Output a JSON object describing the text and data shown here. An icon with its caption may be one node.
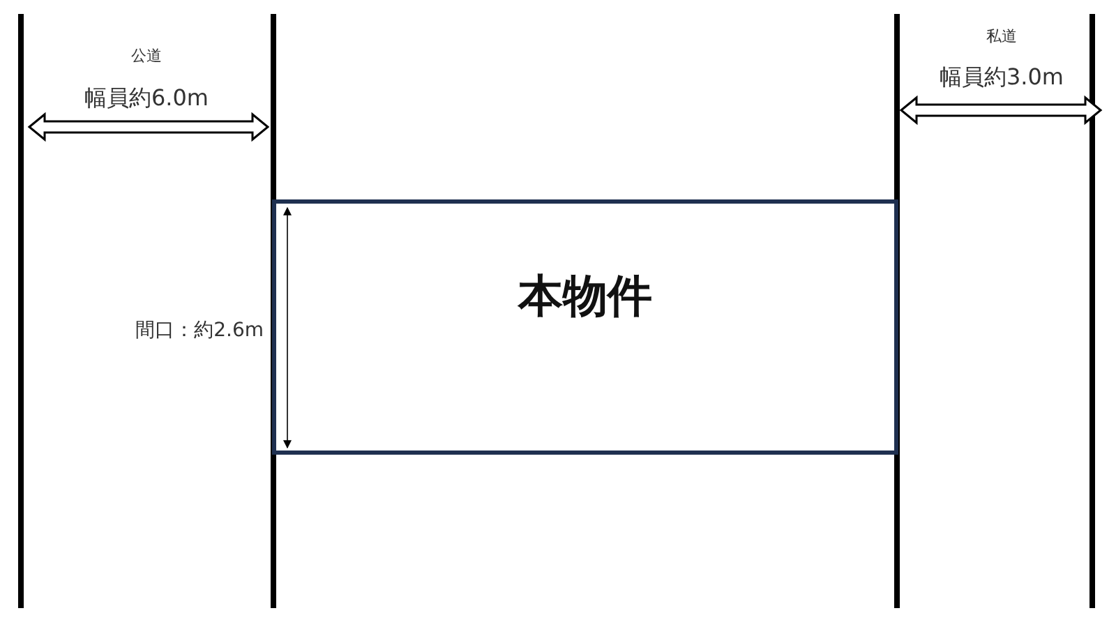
{
  "diagram": {
    "nodes": [
      {
        "text": [
          "本物件"
        ]
      }
    ],
    "labels": [
      "公道",
      "幅員約6.0m",
      "私道",
      "幅員約3.0m",
      "間口：約2.6m"
    ]
  }
}
